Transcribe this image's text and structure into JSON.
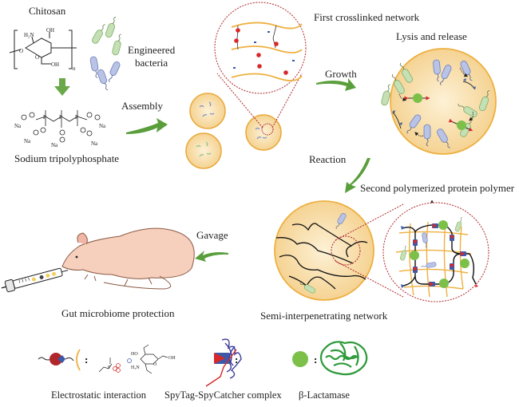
{
  "labels": {
    "chitosan": "Chitosan",
    "engineered_bacteria_line1": "Engineered",
    "engineered_bacteria_line2": "bacteria",
    "sodium_tripolyphosphate": "Sodium tripolyphosphate",
    "assembly": "Assembly",
    "first_crosslinked_network": "First crosslinked network",
    "growth": "Growth",
    "lysis_and_release": "Lysis and release",
    "reaction": "Reaction",
    "second_polymerized_protein_polymer": "Second polymerized protein polymer",
    "semi_interpenetrating_network": "Semi-interpenetrating network",
    "gavage": "Gavage",
    "gut_microbiome_protection": "Gut microbiome protection"
  },
  "chemistry": {
    "h2n": "H₂N",
    "oh": "OH",
    "o": "O",
    "oh_ring": "OH",
    "n": "n",
    "p": "P",
    "na": "Na"
  },
  "legend": [
    {
      "label": "Electrostatic interaction",
      "symbol": "electrostatic-icon"
    },
    {
      "label": "SpyTag-SpyCatcher complex",
      "symbol": "spytag-spycatcher-icon"
    },
    {
      "label": "β-Lactamase",
      "symbol": "beta-lactamase-icon"
    }
  ],
  "legend_sep": ":",
  "legend_chem": {
    "ho": "HO",
    "oh": "OH",
    "h3n": "H₃N",
    "o": "O",
    "p": "P"
  },
  "colors": {
    "arrow_green": "#5a9e3c",
    "bead_fill": "#f6d9a0",
    "bead_edge": "#e9a93a",
    "magnify_red": "#b0262a",
    "bacteria_green": "#b8d9a8",
    "bacteria_blue": "#aab6dc",
    "lactamase_green": "#7cc04a",
    "spy_blue": "#3c5aa8",
    "spy_red": "#d8282a",
    "mouse_pink": "#f6cfbd"
  }
}
